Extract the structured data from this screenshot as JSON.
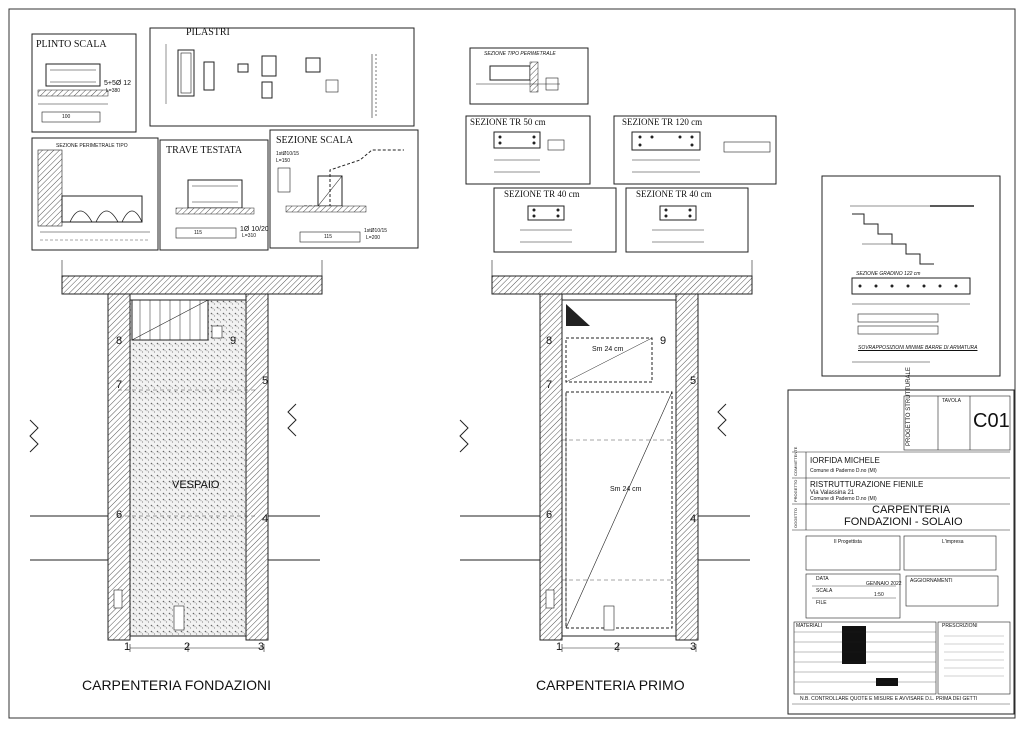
{
  "details": {
    "plinto": {
      "title": "PLINTO SCALA",
      "bars": "5+5Ø 12",
      "len": "L=380",
      "dim": "100"
    },
    "pilastri": {
      "title": "PILASTRI"
    },
    "sez_perimetrale": {
      "title": "SEZIONE PERIMETRALE TIPO"
    },
    "trave_testata": {
      "title": "TRAVE TESTATA",
      "stirrups": "1Ø 10/20",
      "len": "L=310",
      "dim": "115"
    },
    "sezione_scala": {
      "title": "SEZIONE SCALA",
      "bars_top": "1stØ10/15",
      "len_top": "L=150",
      "bars_bot": "1stØ10/15",
      "len_bot": "L=200",
      "dim": "115"
    },
    "sez_tipo_perimetrale": {
      "title": "SEZIONE TIPO PERIMETRALE"
    },
    "tr50": {
      "title": "SEZIONE TR 50 cm"
    },
    "tr120": {
      "title": "SEZIONE TR 120 cm"
    },
    "tr40a": {
      "title": "SEZIONE TR 40 cm"
    },
    "tr40b": {
      "title": "SEZIONE TR 40 cm"
    },
    "gradino": {
      "title": "SEZIONE GRADINO 122 cm",
      "note": "SOVRAPPOSIZIONI MINIME BARRE DI ARMATURA"
    }
  },
  "plans": {
    "left": {
      "title": "CARPENTERIA FONDAZIONI",
      "fill_label": "VESPAIO"
    },
    "right": {
      "title": "CARPENTERIA PRIMO",
      "slab_label_top": "Sm 24 cm",
      "slab_label_mid": "Sm 24 cm"
    },
    "grid_labels": [
      "1",
      "2",
      "3",
      "4",
      "5",
      "6",
      "7",
      "8",
      "9"
    ]
  },
  "title_block": {
    "project_tag": "PROGETTO STRUTTURALE",
    "tavola_label": "TAVOLA",
    "sheet_code": "C01",
    "client_side": "COMMITTENTE",
    "client": "IORFIDA MICHELE",
    "client_city": "Comune di Paderno D.no (MI)",
    "project_side": "PROGETTO",
    "project": "RISTRUTTURAZIONE FIENILE",
    "project_street": "Via Valassina 21",
    "project_city": "Comune di Paderno D.no (MI)",
    "subject_side": "OGGETTO",
    "subject1": "CARPENTERIA",
    "subject2": "FONDAZIONI - SOLAIO",
    "designer_label": "Il Progettista",
    "company_label": "L'impresa",
    "date_label": "DATA",
    "date_value": "GENNAIO 2022",
    "scale_label": "SCALA",
    "scale_value": "1:50",
    "file_label": "FILE",
    "updates_label": "AGGIORNAMENTI",
    "materials_label": "MATERIALI",
    "prescriptions_label": "PRESCRIZIONI",
    "footer_note": "N.B. CONTROLLARE QUOTE E MISURE E AVVISARE D.L. PRIMA DEI GETTI"
  },
  "colors": {
    "line": "#222222",
    "hatch": "#555555",
    "paper": "#ffffff"
  }
}
